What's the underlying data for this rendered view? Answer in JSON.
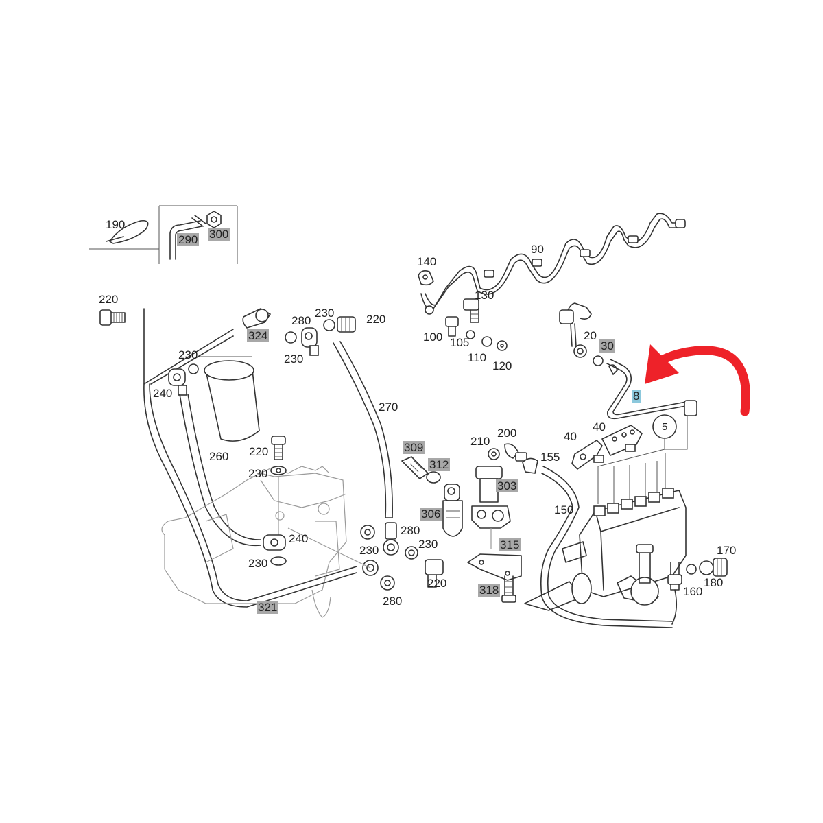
{
  "colors": {
    "highlight": "#a8a8a8",
    "selected": "#8cc8dc",
    "arrow": "#ee2229"
  },
  "labels": {
    "l190": "190",
    "l290": "290",
    "l300": "300",
    "l220a": "220",
    "l324": "324",
    "l280a": "280",
    "l230a": "230",
    "l220b": "220",
    "l230b": "230",
    "l230c": "230",
    "l240a": "240",
    "l270": "270",
    "l260": "260",
    "l140": "140",
    "l90": "90",
    "l130": "130",
    "l100": "100",
    "l105": "105",
    "l110": "110",
    "l120": "120",
    "l20": "20",
    "l30": "30",
    "l8": "8",
    "l40a": "40",
    "l40b": "40",
    "l5": "5",
    "l210": "210",
    "l200": "200",
    "l155": "155",
    "l309": "309",
    "l312": "312",
    "l303": "303",
    "l306": "306",
    "l150": "150",
    "l220c": "220",
    "l230d": "230",
    "l240b": "240",
    "l230e": "230",
    "l280b": "280",
    "l230f": "230",
    "l230g": "230",
    "l220d": "220",
    "l280c": "280",
    "l315": "315",
    "l318": "318",
    "l321": "321",
    "l170": "170",
    "l180": "180",
    "l160": "160"
  }
}
